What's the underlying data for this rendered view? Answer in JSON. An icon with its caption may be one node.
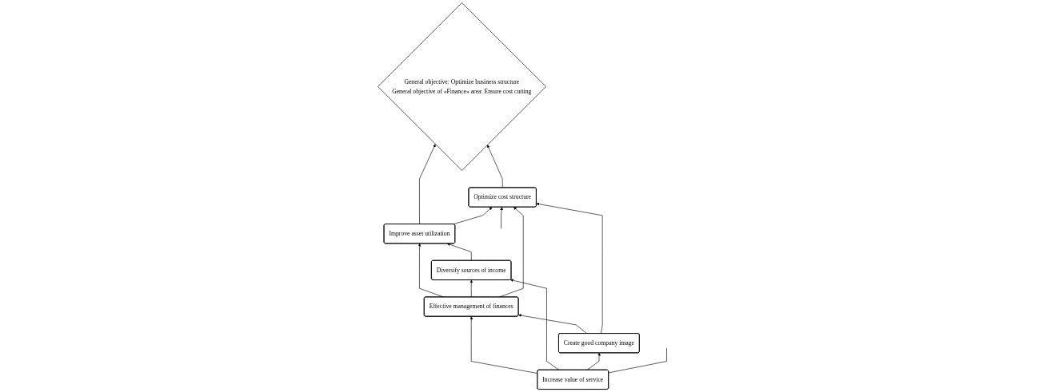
{
  "diagram": {
    "nodes": [
      {
        "text": [
          "General objective: Optimize business structure",
          "General objective of «Finance» area: Ensure cost cutting"
        ]
      },
      {
        "text": [
          "Improve asset utilization"
        ]
      },
      {
        "text": [
          "Diversify sources of income"
        ]
      },
      {
        "text": [
          "Create good company image"
        ]
      },
      {
        "text": [
          "Optimize cost structure"
        ]
      },
      {
        "text": [
          "Effective management of finances"
        ]
      },
      {
        "text": [
          "Increase value of service"
        ]
      }
    ],
    "edges": [
      {
        "from": 4,
        "to": 0,
        "arrow": "to"
      },
      {
        "from": 1,
        "to": 0,
        "arrow": "to"
      },
      {
        "from": 2,
        "to": 1,
        "arrow": "to"
      },
      {
        "from": 1,
        "to": 4,
        "arrow": "to"
      },
      {
        "from": 5,
        "to": 1,
        "arrow": "to"
      },
      {
        "from": 5,
        "to": 2,
        "arrow": "to"
      },
      {
        "from": 3,
        "to": 5,
        "arrow": "to"
      },
      {
        "from": 5,
        "to": 4,
        "arrow": "to"
      },
      {
        "from": 6,
        "to": 5,
        "arrow": "to"
      },
      {
        "from": 6,
        "to": 2,
        "arrow": "to"
      },
      {
        "from": 6,
        "to": 3,
        "arrow": "to"
      },
      {
        "from": 3,
        "to": 4,
        "arrow": "to"
      },
      {
        "from": null,
        "to": 4,
        "arrow": "to"
      },
      {
        "from": 6,
        "to": null,
        "arrow": "none"
      }
    ]
  }
}
